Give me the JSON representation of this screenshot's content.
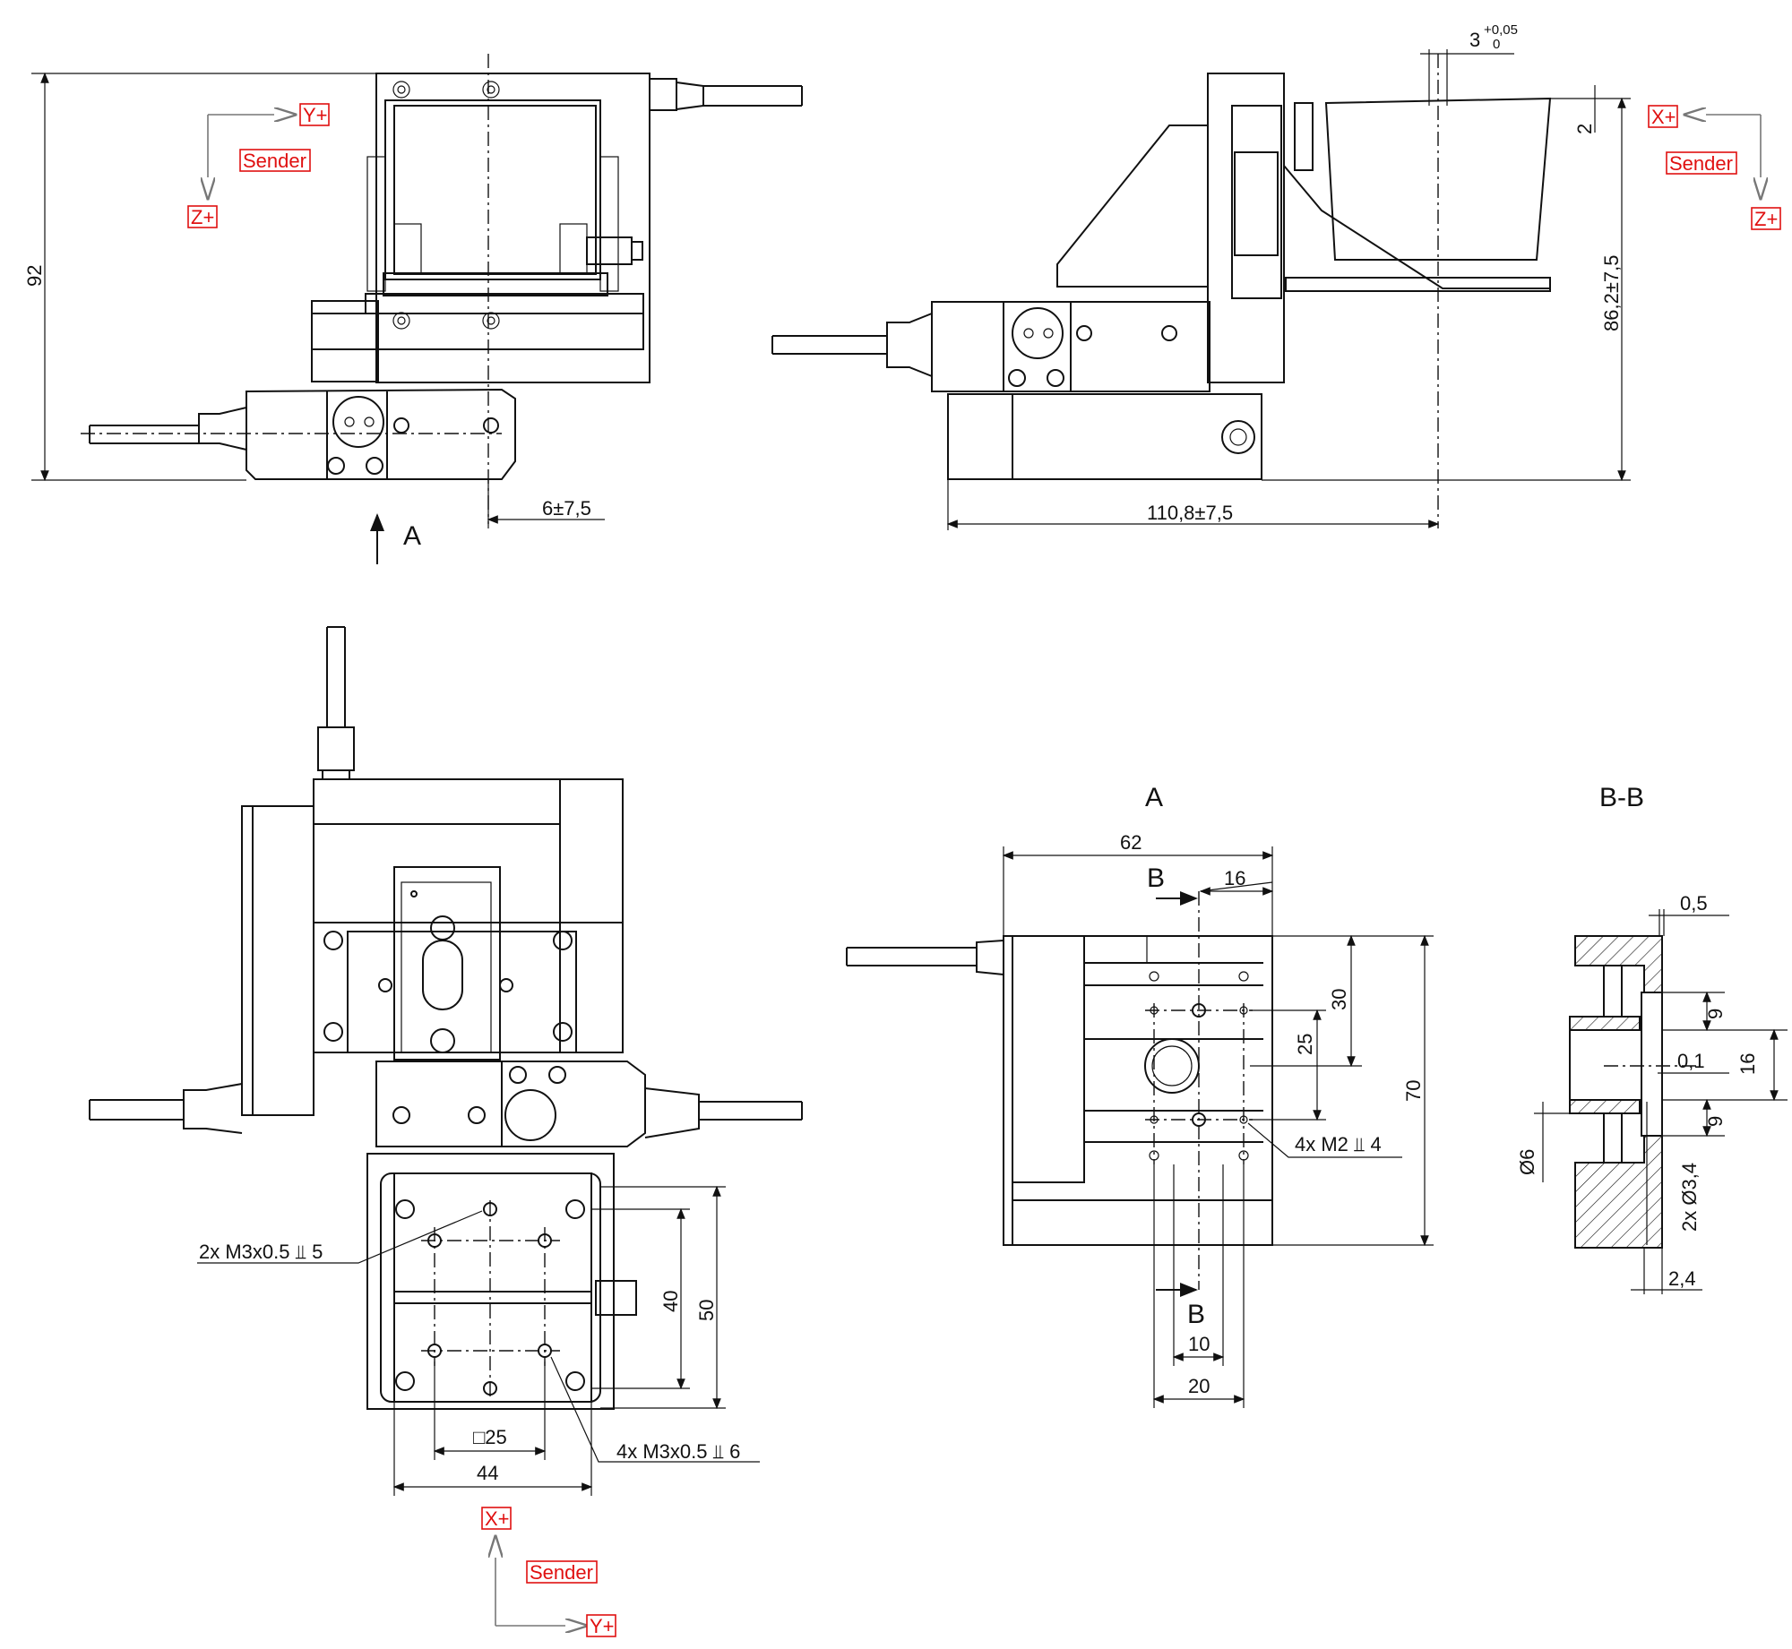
{
  "axes": {
    "left": {
      "y": "Y+",
      "z": "Z+",
      "sender": "Sender"
    },
    "right": {
      "x": "X+",
      "z": "Z+",
      "sender": "Sender"
    },
    "bottom": {
      "x": "X+",
      "y": "Y+",
      "sender": "Sender"
    },
    "color": "#e01010"
  },
  "views": {
    "arrow_a": "A",
    "title_a": "A",
    "title_bb": "B-B",
    "section_b": "B"
  },
  "dimensions": {
    "height_92": "92",
    "offset_6": "6±7,5",
    "length_110_8": "110,8±7,5",
    "height_86_2": "86,2±7,5",
    "width_3": "3",
    "width_3_tol_upper": "+0,05",
    "width_3_tol_lower": "0",
    "step_2": "2",
    "pitch_40": "40",
    "pitch_50": "50",
    "square_25": "□25",
    "width_44": "44",
    "width_62": "62",
    "offset_16": "16",
    "pitch_30": "30",
    "pitch_25": "25",
    "height_70": "70",
    "pitch_10": "10",
    "pitch_20": "20",
    "gap_0_5": "0,5",
    "land_9": "9",
    "bore_16": "16",
    "gap_0_1": "0,1",
    "diameter_6": "Ø6",
    "diameter_3_4": "2x Ø3,4",
    "depth_2_4": "2,4"
  },
  "notes": {
    "tap_2x": "2x M3x0.5 ⫫ 5",
    "tap_4x": "4x M3x0.5 ⫫ 6",
    "tap_m2": "4x M2 ⫫ 4"
  }
}
